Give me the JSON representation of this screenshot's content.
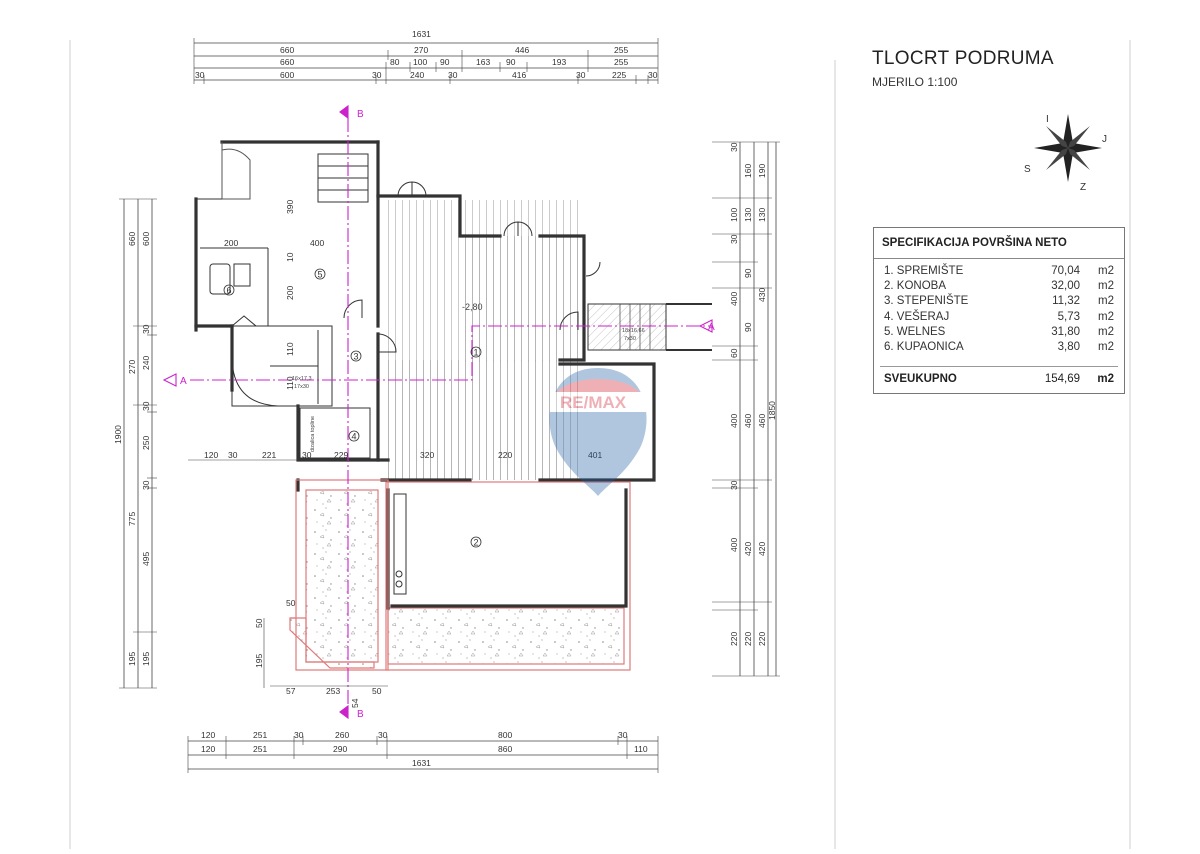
{
  "drawing": {
    "title": "TLOCRT PODRUMA",
    "scale_label": "MJERILO 1:100"
  },
  "specification": {
    "heading": "SPECIFIKACIJA POVRŠINA NETO",
    "rows": [
      {
        "name": "1.  SPREMIŠTE",
        "value": "70,04",
        "unit": "m2"
      },
      {
        "name": "2.  KONOBA",
        "value": "32,00",
        "unit": "m2"
      },
      {
        "name": "3.  STEPENIŠTE",
        "value": "11,32",
        "unit": "m2"
      },
      {
        "name": "4.  VEŠERAJ",
        "value": "5,73",
        "unit": "m2"
      },
      {
        "name": "5.  WELNES",
        "value": "31,80",
        "unit": "m2"
      },
      {
        "name": "6.  KUPAONICA",
        "value": "3,80",
        "unit": "m2"
      }
    ],
    "total": {
      "name": "SVEUKUPNO",
      "value": "154,69",
      "unit": "m2"
    }
  },
  "dimensions": {
    "top_total": "1631",
    "top_row1": [
      "660",
      "270",
      "446",
      "255"
    ],
    "top_row2": [
      "660",
      "80",
      "100",
      "90",
      "163",
      "90",
      "193",
      "255"
    ],
    "top_row3": [
      "30",
      "600",
      "30",
      "240",
      "30",
      "416",
      "30",
      "225",
      "30"
    ],
    "bottom_row1": [
      "120",
      "251",
      "30",
      "260",
      "30",
      "800",
      "30"
    ],
    "bottom_row2": [
      "120",
      "251",
      "290",
      "860",
      "110"
    ],
    "bottom_total": "1631",
    "left_outer": "1900",
    "left_col2": [
      "660",
      "270",
      "775",
      "195"
    ],
    "left_col3": [
      "600",
      "30",
      "240",
      "30",
      "250",
      "30",
      "495",
      "195"
    ],
    "right_col1": [
      "30",
      "100",
      "30",
      "400",
      "60",
      "400",
      "30",
      "400",
      "220"
    ],
    "right_col2": [
      "160",
      "130",
      "90",
      "90",
      "460",
      "420",
      "220"
    ],
    "right_col3": [
      "190",
      "130",
      "430",
      "460",
      "420",
      "220"
    ],
    "right_total": "1850",
    "inner": [
      "200",
      "400",
      "390",
      "10",
      "200",
      "110",
      "110",
      "120",
      "30",
      "221",
      "30",
      "229",
      "320",
      "220",
      "401",
      "50",
      "50",
      "195",
      "57",
      "253",
      "50",
      "54"
    ]
  },
  "plan_labels": {
    "section_a": "A",
    "section_b": "B",
    "level": "-2,80",
    "rooms": [
      "1",
      "2",
      "3",
      "4",
      "5",
      "6"
    ],
    "laundry_note": "dizalica topline",
    "stair_note_1": "16x17,3",
    "stair_note_2": "17x30",
    "stair_note_3": "18x16,66",
    "stair_note_4": "7x30"
  },
  "watermark": {
    "brand": "RE/MAX",
    "brand_color": "#d2202f",
    "balloon_color": "#1f5fa6"
  },
  "compass": {
    "letters": [
      "I",
      "J",
      "S",
      "Z"
    ]
  },
  "colors": {
    "dimension_line": "#444444",
    "section_line": "#cc22cc",
    "wall": "#333333",
    "terrace_outline": "#e07a7a",
    "hatch": "#9a9a9a"
  }
}
